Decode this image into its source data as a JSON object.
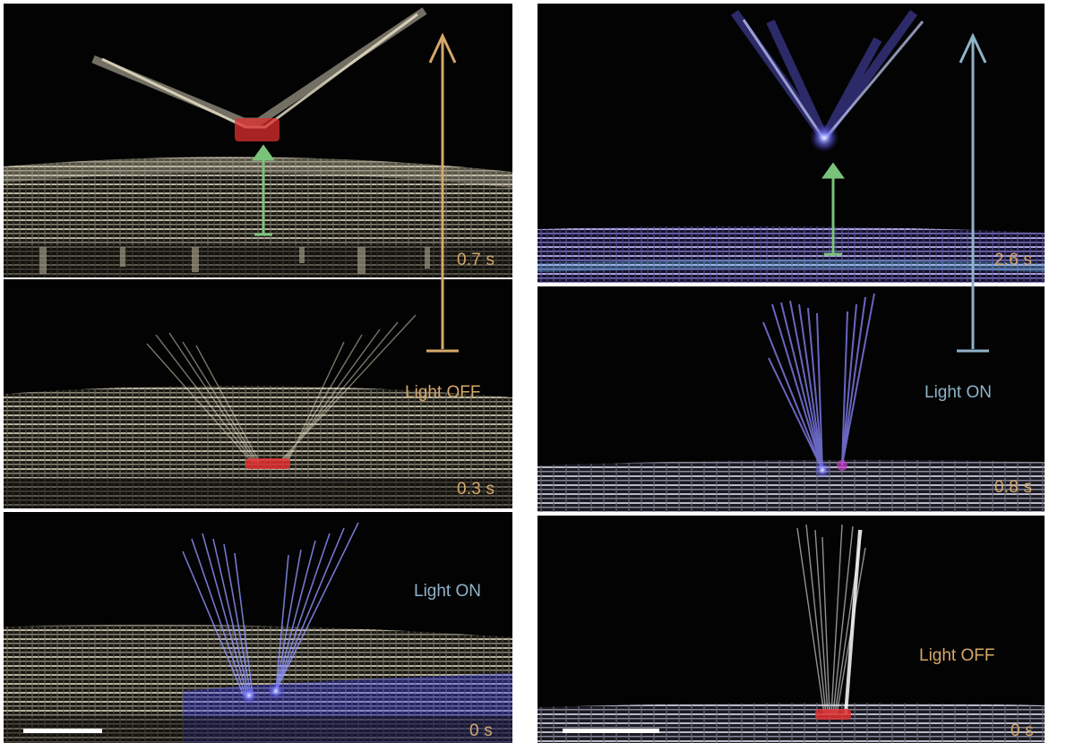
{
  "colors": {
    "light_off": "#d4a86a",
    "light_on": "#8fb3c8",
    "arrow_left": "#d4a86a",
    "arrow_right": "#8fb3c8",
    "gap_arrow": "#7ac27a",
    "uv_glow": "#6b6cff",
    "red_tip": "#e03030"
  },
  "left_column": {
    "panels": [
      {
        "time": "0.7 s"
      },
      {
        "time": "0.3 s"
      },
      {
        "time": "0 s"
      }
    ],
    "light_off_label": "Light OFF",
    "light_on_label": "Light ON"
  },
  "right_column": {
    "panels": [
      {
        "time": "2.6 s"
      },
      {
        "time": "0.8 s"
      },
      {
        "time": "0 s"
      }
    ],
    "light_on_label": "Light ON",
    "light_off_label": "Light OFF"
  }
}
